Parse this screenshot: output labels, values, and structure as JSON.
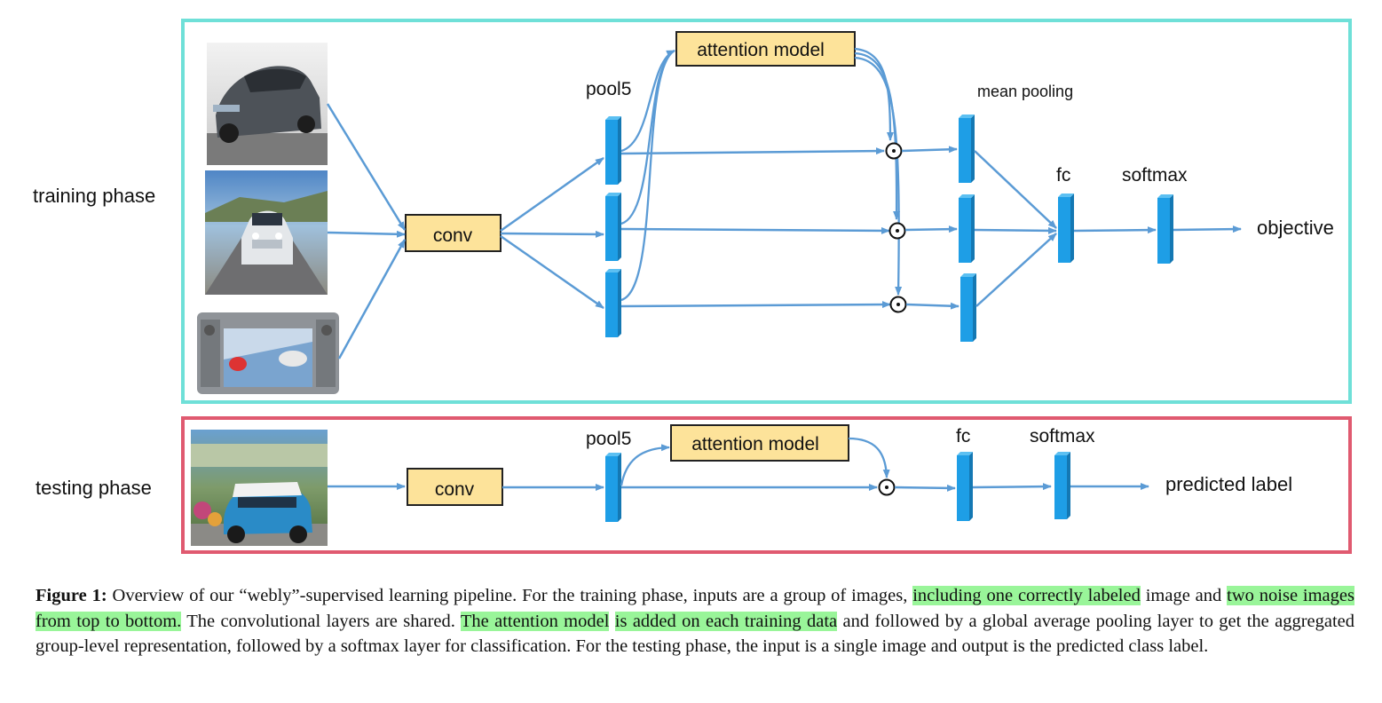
{
  "training": {
    "phase_label": "training phase",
    "conv_label": "conv",
    "pool_label": "pool5",
    "attention_label": "attention model",
    "mean_pooling_label": "mean pooling",
    "fc_label": "fc",
    "softmax_label": "softmax",
    "output_label": "objective",
    "product_symbol": "⊙",
    "border_color": "#6fe0d8",
    "input_images": [
      "silver-sedan-photo",
      "white-mercedes-road-photo",
      "car-stereo-unit-photo"
    ]
  },
  "testing": {
    "phase_label": "testing phase",
    "conv_label": "conv",
    "pool_label": "pool5",
    "attention_label": "attention model",
    "fc_label": "fc",
    "softmax_label": "softmax",
    "output_label": "predicted label",
    "product_symbol": "⊙",
    "border_color": "#e05a70",
    "input_images": [
      "blue-mini-cooper-photo"
    ]
  },
  "colors": {
    "arrow": "#5b9bd5",
    "layer_block": "#1e9ee6",
    "attention_fill": "#fde39a",
    "highlight": "#99f599"
  },
  "caption": {
    "label": "Figure 1:",
    "segments": [
      {
        "text": " Overview of our “webly”-supervised learning pipeline. For the training phase, inputs are a group of images, ",
        "highlight": false
      },
      {
        "text": "including one correctly labeled",
        "highlight": true
      },
      {
        "text": " image and ",
        "highlight": false
      },
      {
        "text": "two noise images from top to bottom.",
        "highlight": true
      },
      {
        "text": " The convolutional layers are shared. ",
        "highlight": false
      },
      {
        "text": "The attention model",
        "highlight": true
      },
      {
        "text": " ",
        "highlight": false
      },
      {
        "text": "is added on each training data",
        "highlight": true
      },
      {
        "text": " and followed by a global average pooling layer to get the aggregated group-level representation, followed by a softmax layer for classification. For the testing phase, the input is a single image and output is the predicted class label.",
        "highlight": false
      }
    ]
  }
}
